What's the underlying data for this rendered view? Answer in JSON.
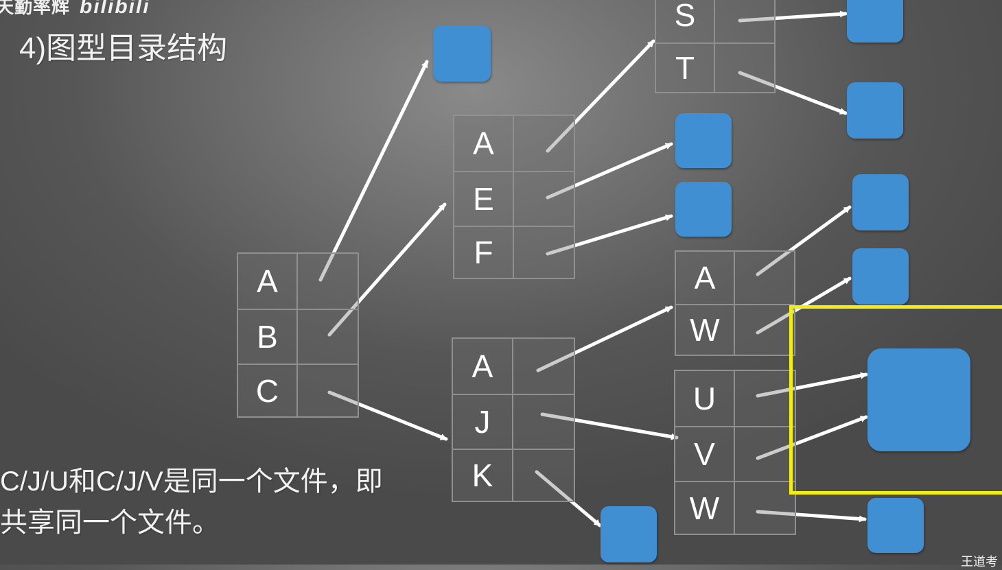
{
  "watermark": {
    "text": "天勤率辉",
    "brand": "bilibili"
  },
  "title": "4)图型目录结构",
  "note": {
    "line1": "C/J/U和C/J/V是同一个文件，即",
    "line2": "共享同一个文件。"
  },
  "corner": "王道考",
  "directories": {
    "root": [
      "A",
      "B",
      "C"
    ],
    "b_dir": [
      "A",
      "E",
      "F"
    ],
    "c_dir": [
      "A",
      "J",
      "K"
    ],
    "st_dir": [
      "S",
      "T"
    ],
    "aw_dir": [
      "A",
      "W"
    ],
    "uvw_dir": [
      "U",
      "V",
      "W"
    ]
  },
  "colors": {
    "file": "#3f8fd2",
    "arrow": "#ffffff",
    "highlight": "#f2ee10",
    "grid": "#909090"
  }
}
